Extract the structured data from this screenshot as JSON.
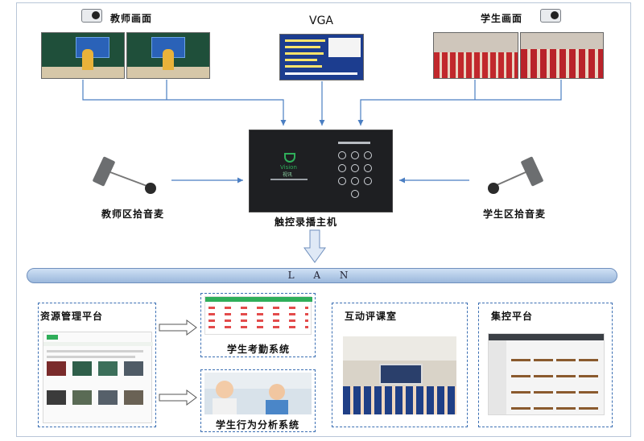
{
  "labels": {
    "teacher_view": "教师画面",
    "vga": "VGA",
    "student_view": "学生画面",
    "host": "触控录播主机",
    "teacher_mic": "教师区拾音麦",
    "student_mic": "学生区拾音麦",
    "lan": "L A N",
    "resource_platform": "资源管理平台",
    "attendance": "学生考勤系统",
    "behavior": "学生行为分析系统",
    "interactive": "互动评课室",
    "central_control": "集控平台"
  },
  "host_screen": {
    "brand_en": "Vision",
    "brand_cn": "视讯"
  },
  "colors": {
    "arrow": "#4a7ec2",
    "dashed_border": "#3b6fb3",
    "lan_fill": "#b6cde9",
    "brand_green": "#2fae5a"
  }
}
